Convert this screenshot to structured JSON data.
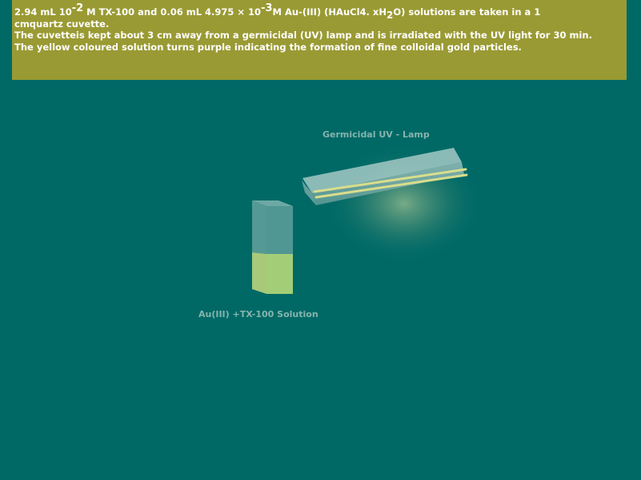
{
  "info": {
    "line1": {
      "a": "2.94 mL 10",
      "a_exp": "-2",
      "b": " M TX-100 and 0.06 mL 4.975 × 10",
      "b_exp": "-3",
      "c": "M Au-(III) (HAuCl4. xH",
      "c_sub": "2",
      "d": "O) solutions are taken in a 1"
    },
    "line2": "cmquartz cuvette.",
    "line3": "The cuvetteis kept about 3 cm away from a germicidal (UV) lamp and is irradiated with the UV light for 30 min.",
    "line4": "The yellow coloured solution turns purple indicating the formation of fine colloidal gold particles."
  },
  "lamp": {
    "label": "Germicidal UV - Lamp",
    "icon": "uv-lamp-icon"
  },
  "cuvette": {
    "label": "Au(III) +TX-100 Solution",
    "icon": "cuvette-icon",
    "solution_color": "#bfe07a"
  },
  "colors": {
    "background": "#006966",
    "panel": "#9a9a34",
    "panel_text": "#ffffff",
    "label_text": "#86b4ad"
  }
}
